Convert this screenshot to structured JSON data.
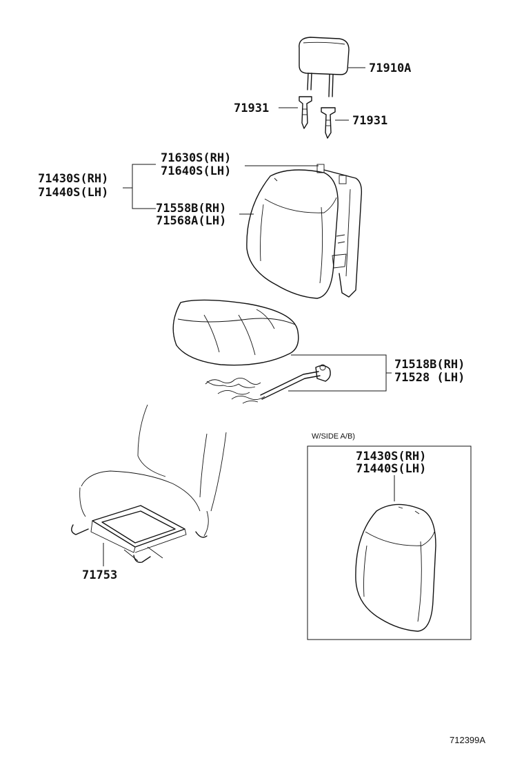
{
  "labels": {
    "headrest": "71910A",
    "guide_left": "71931",
    "guide_right": "71931",
    "back_cover_rh": "71630S(RH)",
    "back_cover_lh": "71640S(LH)",
    "seat_rh": "71430S(RH)",
    "seat_lh": "71440S(LH)",
    "back_pad_rh": "71558B(RH)",
    "back_pad_lh": "71568A(LH)",
    "cushion_rh": "71518B(RH)",
    "cushion_lh": "71528  (LH)",
    "track": "71753",
    "inset_title": "W/SIDE A/B)",
    "inset_rh": "71430S(RH)",
    "inset_lh": "71440S(LH)",
    "illustration_id": "712399A"
  }
}
